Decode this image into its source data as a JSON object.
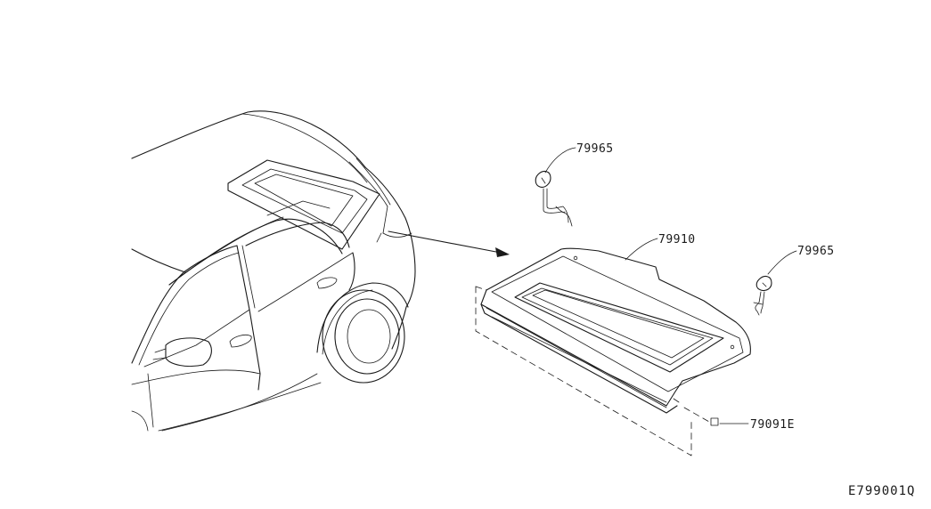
{
  "parts": [
    {
      "part_no": "79965"
    },
    {
      "part_no": "79910"
    },
    {
      "part_no": "79965"
    },
    {
      "part_no": "79091E"
    }
  ],
  "drawing_code": "E799001Q"
}
